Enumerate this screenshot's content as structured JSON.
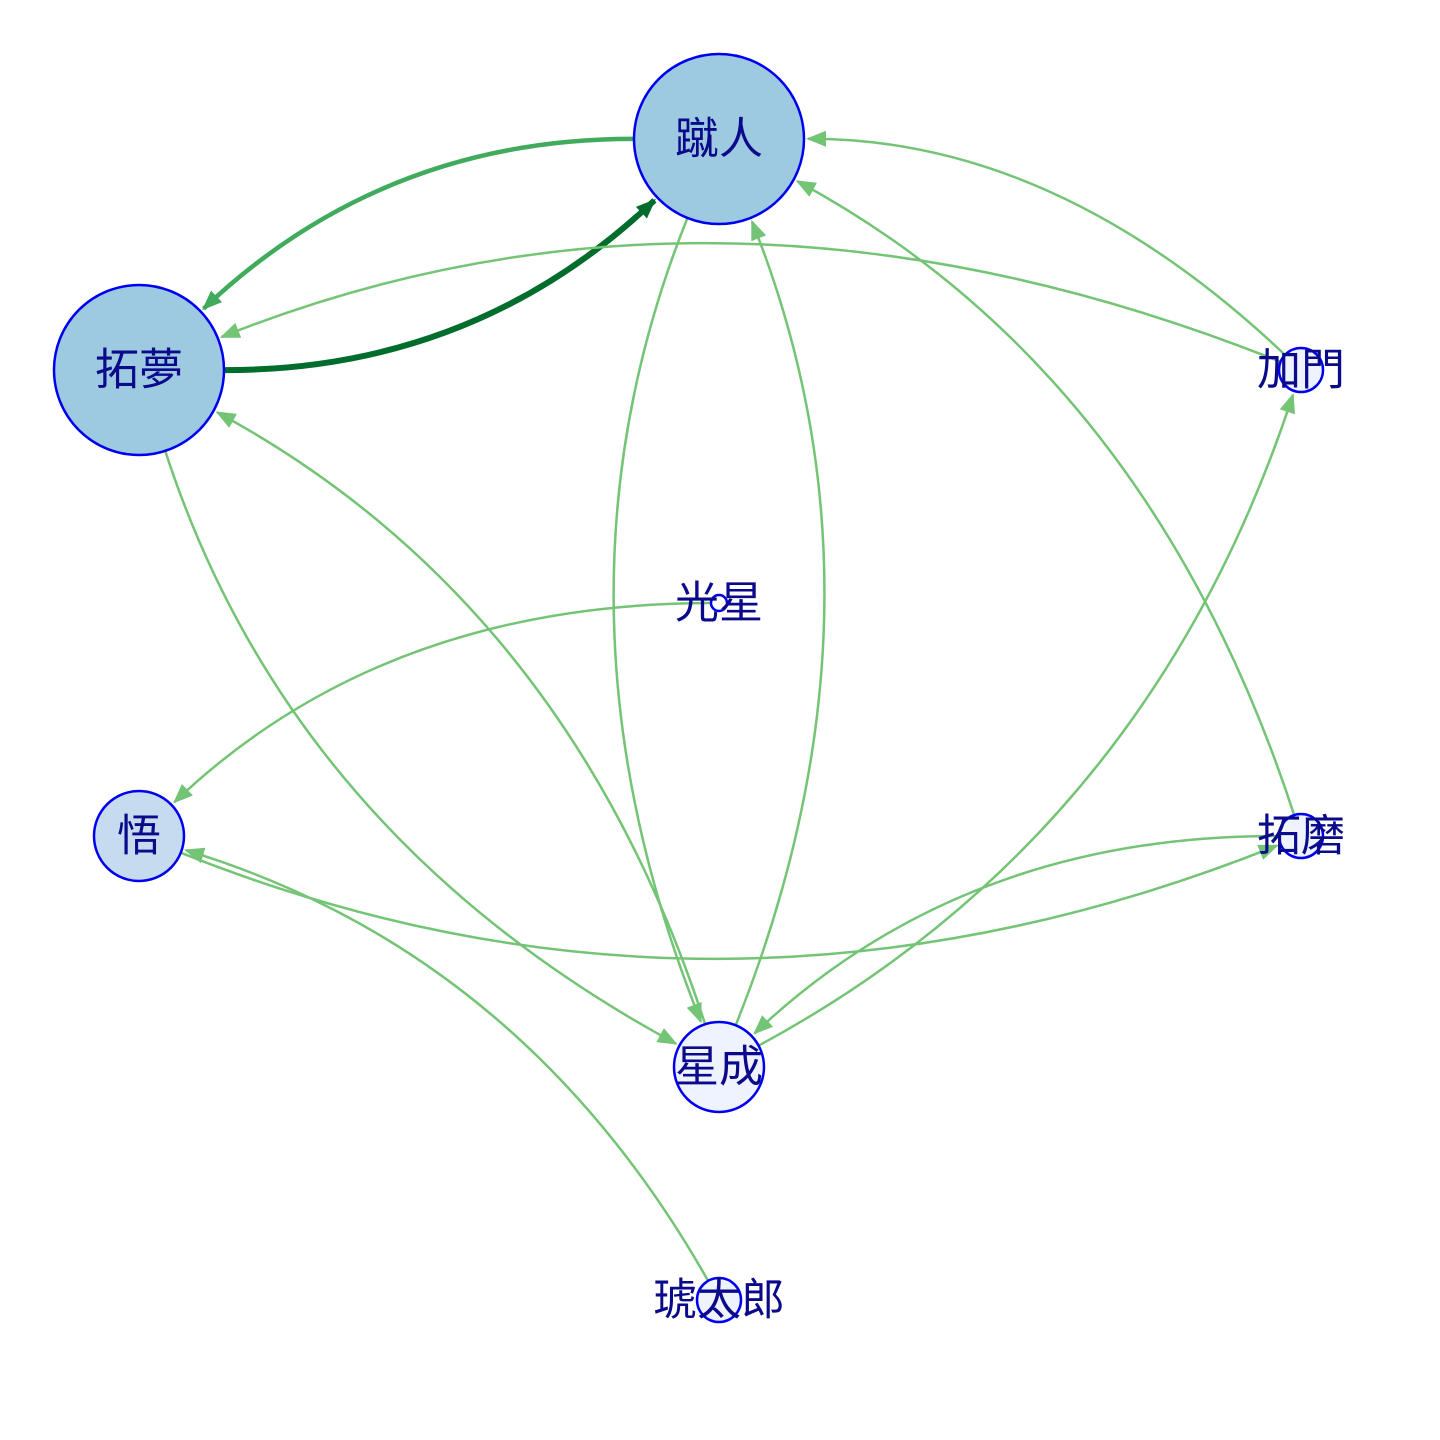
{
  "nodes": [
    {
      "id": "shuto",
      "label": "蹴人",
      "size": "large",
      "fill": "#9ecae1"
    },
    {
      "id": "takumu",
      "label": "拓夢",
      "size": "large",
      "fill": "#9ecae1"
    },
    {
      "id": "kamon",
      "label": "加門",
      "size": "small",
      "fill": "#eff3ff"
    },
    {
      "id": "kosei",
      "label": "光星",
      "size": "tiny",
      "fill": "#ffffff"
    },
    {
      "id": "satoru",
      "label": "悟",
      "size": "medium",
      "fill": "#c6dbef"
    },
    {
      "id": "takuma",
      "label": "拓磨",
      "size": "small",
      "fill": "#eff3ff"
    },
    {
      "id": "seisei",
      "label": "星成",
      "size": "medium",
      "fill": "#eff3ff"
    },
    {
      "id": "kotaro",
      "label": "琥太郎",
      "size": "small",
      "fill": "#eff3ff"
    }
  ],
  "edges": [
    {
      "from": "takumu",
      "to": "shuto",
      "weight": "strong",
      "color": "#006d2c"
    },
    {
      "from": "shuto",
      "to": "takumu",
      "weight": "medium",
      "color": "#41ab5d"
    },
    {
      "from": "kamon",
      "to": "shuto",
      "weight": "normal",
      "color": "#74c476"
    },
    {
      "from": "kamon",
      "to": "takumu",
      "weight": "normal",
      "color": "#74c476"
    },
    {
      "from": "seisei",
      "to": "shuto",
      "weight": "normal",
      "color": "#74c476"
    },
    {
      "from": "shuto",
      "to": "seisei",
      "weight": "normal",
      "color": "#74c476"
    },
    {
      "from": "takuma",
      "to": "shuto",
      "weight": "normal",
      "color": "#74c476"
    },
    {
      "from": "seisei",
      "to": "takumu",
      "weight": "normal",
      "color": "#74c476"
    },
    {
      "from": "takumu",
      "to": "seisei",
      "weight": "normal",
      "color": "#74c476"
    },
    {
      "from": "seisei",
      "to": "kamon",
      "weight": "normal",
      "color": "#74c476"
    },
    {
      "from": "kosei",
      "to": "satoru",
      "weight": "normal",
      "color": "#74c476"
    },
    {
      "from": "satoru",
      "to": "takuma",
      "weight": "normal",
      "color": "#74c476"
    },
    {
      "from": "takuma",
      "to": "seisei",
      "weight": "normal",
      "color": "#74c476"
    },
    {
      "from": "kotaro",
      "to": "satoru",
      "weight": "normal",
      "color": "#74c476"
    }
  ]
}
